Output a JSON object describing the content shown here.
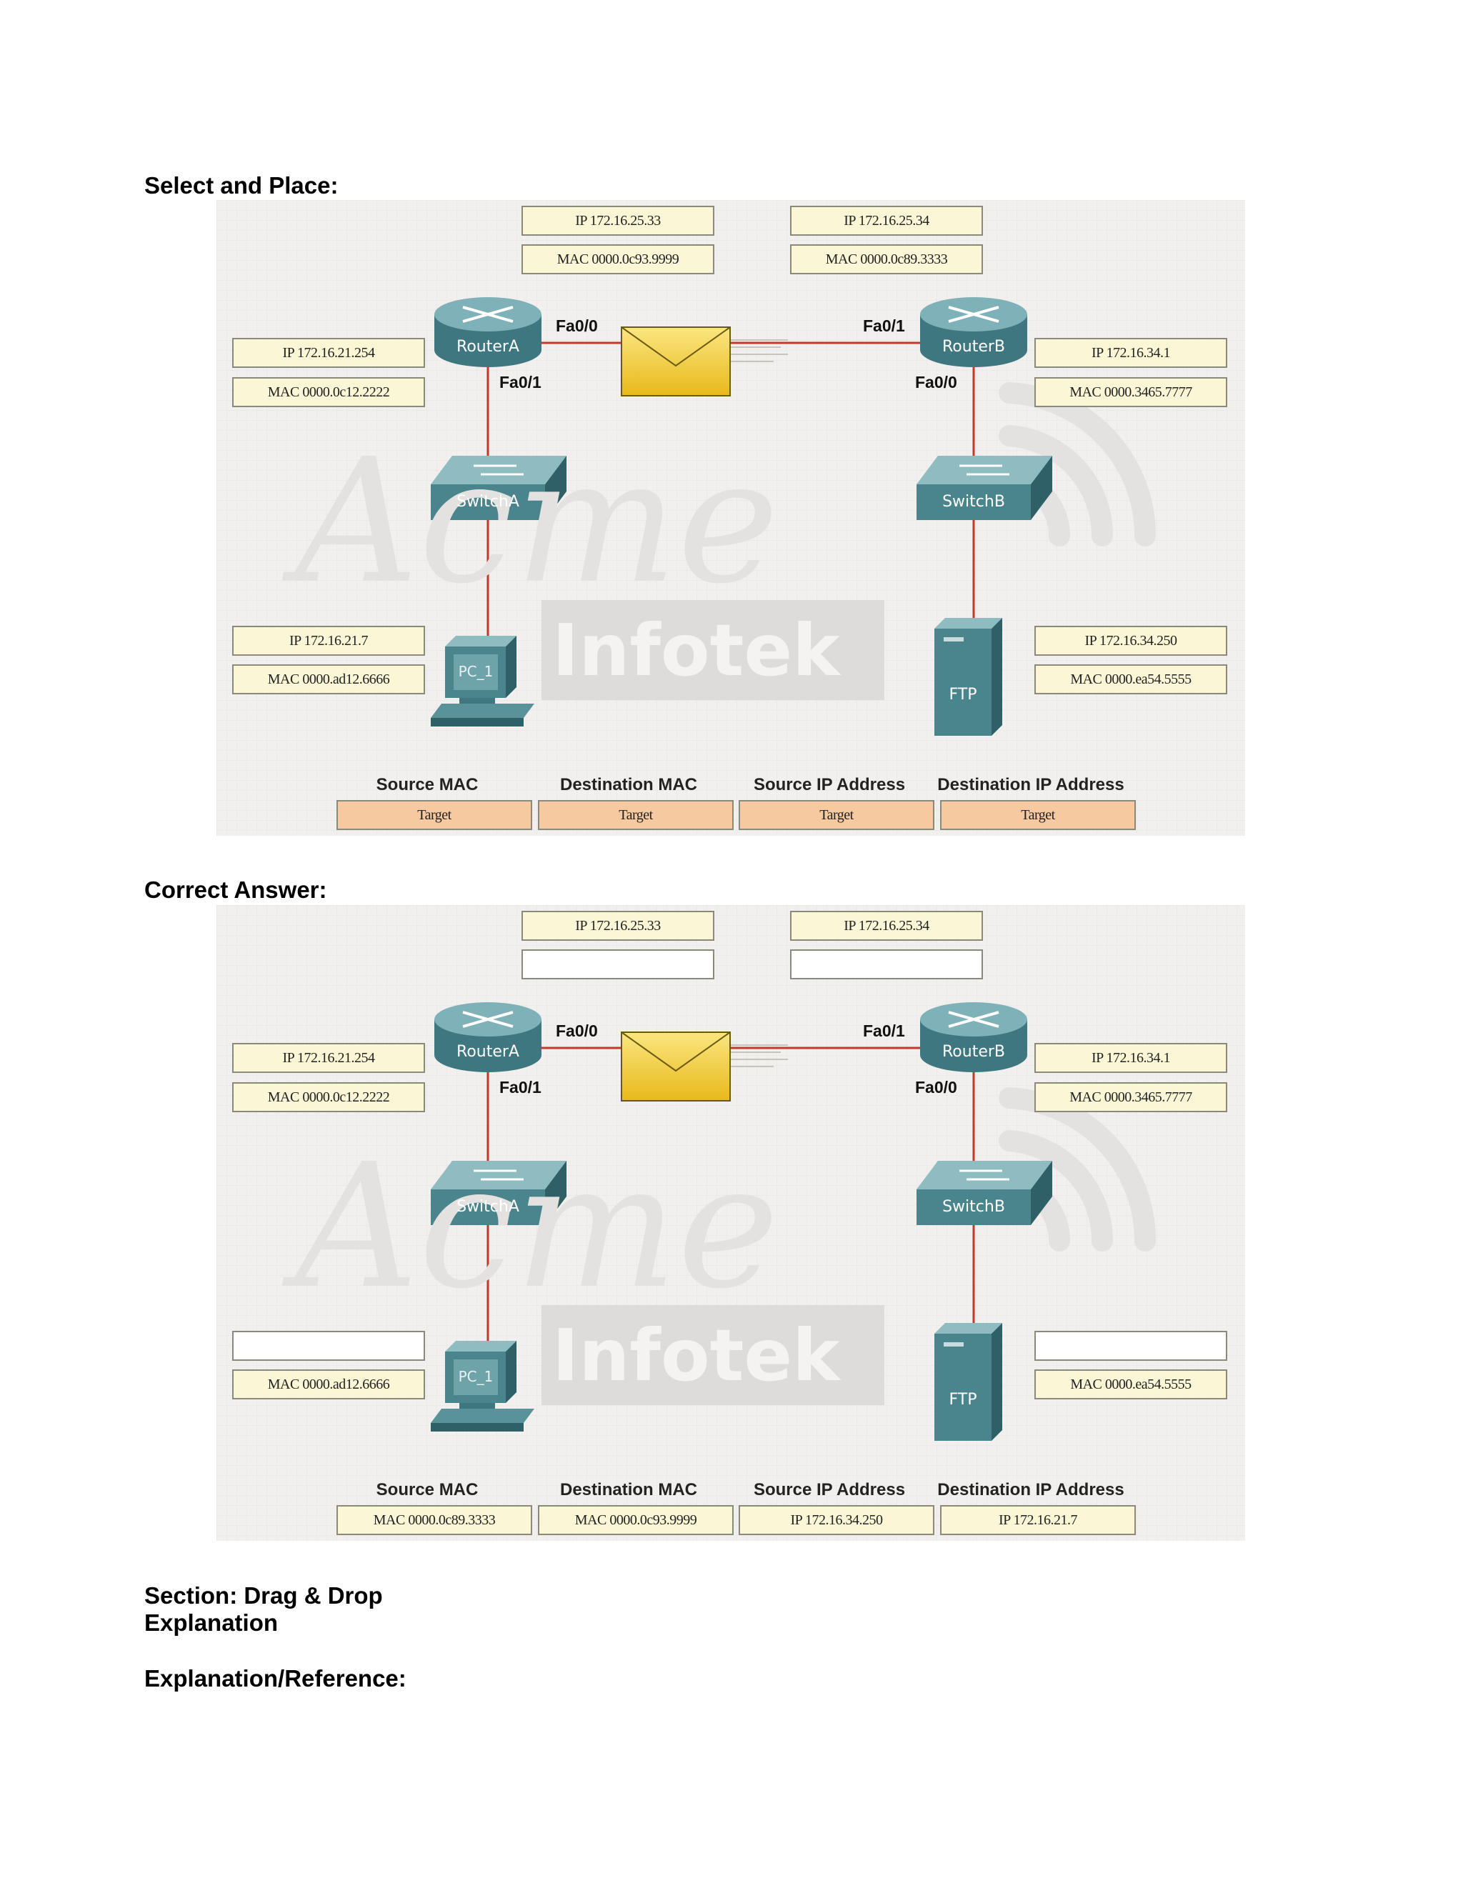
{
  "headings": {
    "select_and_place": "Select and Place:",
    "correct_answer": "Correct Answer:",
    "section": "Section: Drag & Drop",
    "explanation": "Explanation",
    "explanation_reference": "Explanation/Reference:"
  },
  "watermark": {
    "brand": "Acme",
    "sub": "Infotek"
  },
  "diagram": {
    "devices": {
      "router_a": "RouterA",
      "router_b": "RouterB",
      "switch_a": "SwitchA",
      "switch_b": "SwitchB",
      "pc": "PC_1",
      "server": "FTP"
    },
    "ports": {
      "ra_fa00": "Fa0/0",
      "ra_fa01": "Fa0/1",
      "rb_fa01": "Fa0/1",
      "rb_fa00": "Fa0/0"
    },
    "link_color": "#c0392b",
    "envelope_color": "#f2cf2a"
  },
  "columns": {
    "source_mac": "Source MAC",
    "destination_mac": "Destination MAC",
    "source_ip": "Source IP Address",
    "destination_ip": "Destination IP Address"
  },
  "question": {
    "ra_fa00_ip": "IP 172.16.25.33",
    "ra_fa00_mac": "MAC 0000.0c93.9999",
    "rb_fa01_ip": "IP 172.16.25.34",
    "rb_fa01_mac": "MAC 0000.0c89.3333",
    "ra_fa01_ip": "IP 172.16.21.254",
    "ra_fa01_mac": "MAC 0000.0c12.2222",
    "rb_fa00_ip": "IP 172.16.34.1",
    "rb_fa00_mac": "MAC 0000.3465.7777",
    "pc_ip": "IP 172.16.21.7",
    "pc_mac": "MAC 0000.ad12.6666",
    "ftp_ip": "IP 172.16.34.250",
    "ftp_mac": "MAC 0000.ea54.5555",
    "targets": [
      "Target",
      "Target",
      "Target",
      "Target"
    ]
  },
  "answer": {
    "ra_fa00_ip": "IP 172.16.25.33",
    "ra_fa00_mac": "",
    "rb_fa01_ip": "IP 172.16.25.34",
    "rb_fa01_mac": "",
    "ra_fa01_ip": "IP 172.16.21.254",
    "ra_fa01_mac": "MAC 0000.0c12.2222",
    "rb_fa00_ip": "IP 172.16.34.1",
    "rb_fa00_mac": "MAC 0000.3465.7777",
    "pc_ip": "",
    "pc_mac": "MAC 0000.ad12.6666",
    "ftp_ip": "",
    "ftp_mac": "MAC 0000.ea54.5555",
    "targets": [
      "MAC 0000.0c89.3333",
      "MAC 0000.0c93.9999",
      "IP 172.16.34.250",
      "IP 172.16.21.7"
    ]
  }
}
